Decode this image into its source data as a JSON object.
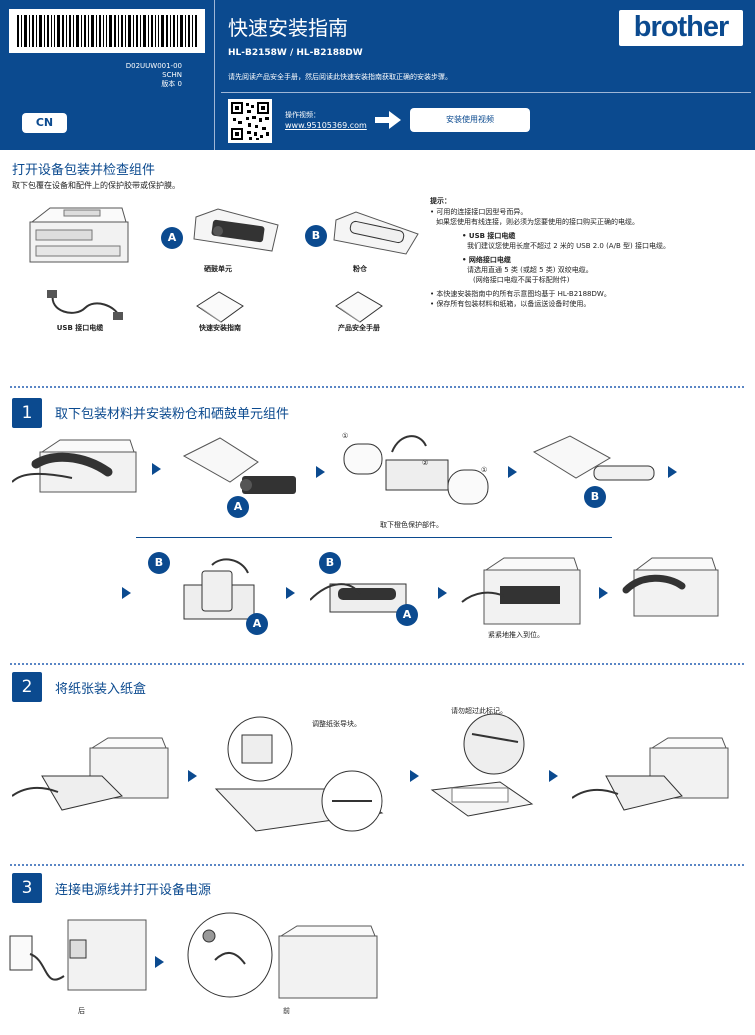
{
  "header": {
    "title": "快速安装指南",
    "models": "HL-B2158W / HL-B2188DW",
    "intro": "请先阅读产品安全手册，然后阅读此快速安装指南获取正确的安装步骤。",
    "doc_code": "D02UUW001-00",
    "lang_code": "SCHN",
    "version": "版本 0",
    "region": "CN",
    "brand": "brother",
    "video_label": "操作视频：",
    "video_url": "www.95105369.com",
    "video_button": "安装使用视频"
  },
  "unpack": {
    "title": "打开设备包装并检查组件",
    "subtitle": "取下包覆在设备和配件上的保护胶带或保护膜。",
    "items": [
      {
        "badge": "A",
        "label": "硒鼓单元"
      },
      {
        "badge": "B",
        "label": "粉仓"
      },
      {
        "label": "USB 接口电缆"
      },
      {
        "label": "快速安装指南"
      },
      {
        "label": "产品安全手册"
      }
    ],
    "tips": {
      "heading": "提示：",
      "lines": [
        "• 可用的连接接口因型号而异。",
        "如果您使用有线连接，则必须为您要使用的接口购买正确的电缆。"
      ],
      "usb_title": "• USB 接口电缆",
      "usb_desc": "我们建议您使用长度不超过 2 米的 USB 2.0 (A/B 型) 接口电缆。",
      "net_title": "• 网络接口电缆",
      "net_desc1": "请选用直通 5 类 (或超 5 类) 双绞电缆。",
      "net_desc2": "(网络接口电缆不属于标配附件)",
      "note1": "• 本快速安装指南中的所有示意图均基于 HL-B2188DW。",
      "note2": "• 保存所有包装材料和纸箱，以备运送设备时使用。"
    }
  },
  "step1": {
    "number": "1",
    "title": "取下包装材料并安装粉仓和硒鼓单元组件",
    "note_orange": "取下橙色保护部件。",
    "note_push": "紧紧地推入到位。",
    "circ1": "①",
    "circ2": "②",
    "badge_a": "A",
    "badge_b": "B"
  },
  "step2": {
    "number": "2",
    "title": "将纸张装入纸盒",
    "note_guides": "调整纸张导块。",
    "note_mark": "请勿超过此标记。"
  },
  "step3": {
    "number": "3",
    "title": "连接电源线并打开设备电源",
    "back_label": "后",
    "front_label": "前"
  },
  "colors": {
    "brand_blue": "#0b4a8f",
    "white": "#ffffff"
  }
}
